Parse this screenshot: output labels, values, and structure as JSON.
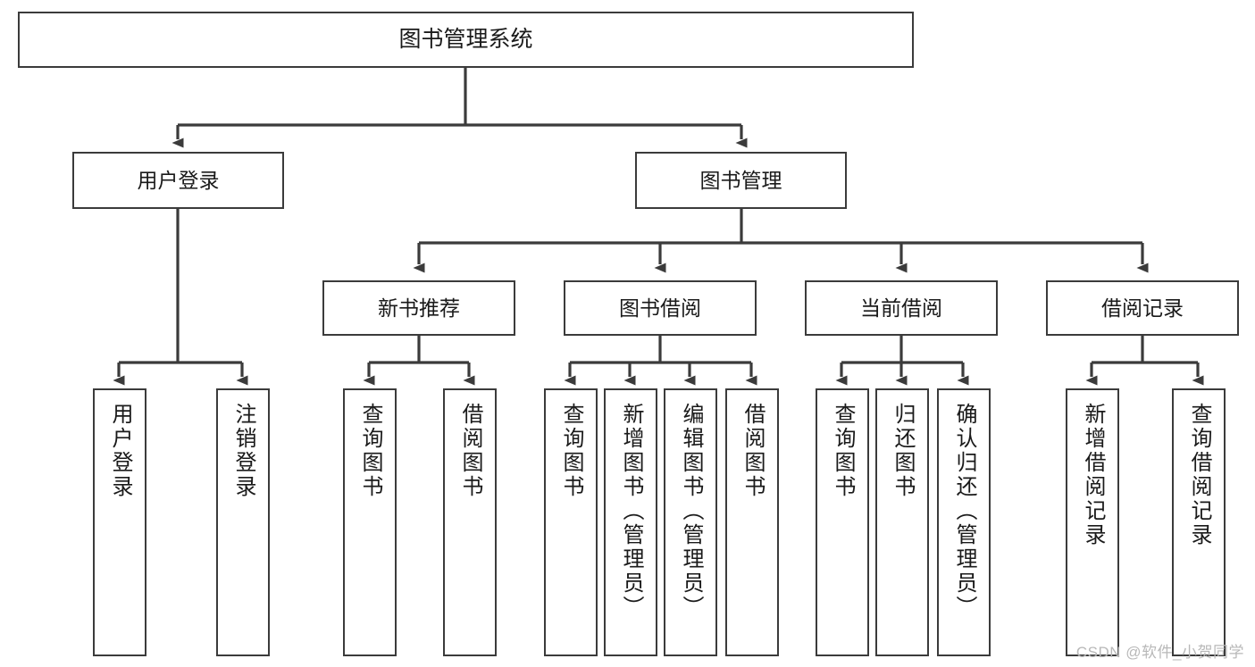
{
  "diagram": {
    "type": "tree",
    "title": "图书管理系统",
    "watermark": "CSDN @软件_小贺同学",
    "colors": {
      "box_border": "#3b3b3b",
      "box_fill": "#ffffff",
      "connector": "#3b3b3b",
      "text": "#1a1a1a",
      "watermark": "#b8b8b8"
    },
    "nodes": {
      "root": {
        "label": "图书管理系统"
      },
      "level1": [
        {
          "label": "用户登录"
        },
        {
          "label": "图书管理"
        }
      ],
      "level2": [
        {
          "label": "新书推荐"
        },
        {
          "label": "图书借阅"
        },
        {
          "label": "当前借阅"
        },
        {
          "label": "借阅记录"
        }
      ],
      "leaves": [
        {
          "label": "用户登录"
        },
        {
          "label": "注销登录"
        },
        {
          "label": "查询图书"
        },
        {
          "label": "借阅图书"
        },
        {
          "label": "查询图书"
        },
        {
          "label": "新增图书（管理员）"
        },
        {
          "label": "编辑图书（管理员）"
        },
        {
          "label": "借阅图书"
        },
        {
          "label": "查询图书"
        },
        {
          "label": "归还图书"
        },
        {
          "label": "确认归还（管理员）"
        },
        {
          "label": "新增借阅记录"
        },
        {
          "label": "查询借阅记录"
        }
      ]
    }
  }
}
